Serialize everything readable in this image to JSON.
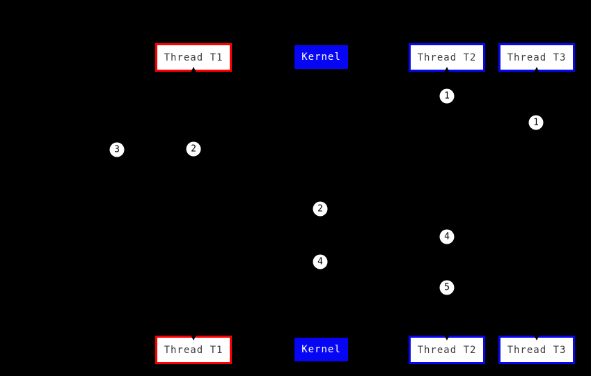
{
  "diagram": {
    "type": "sequence-diagram",
    "entities": {
      "top": [
        {
          "id": "thread-t1",
          "label": "Thread T1"
        },
        {
          "id": "kernel",
          "label": "Kernel"
        },
        {
          "id": "thread-t2",
          "label": "Thread T2"
        },
        {
          "id": "thread-t3",
          "label": "Thread T3"
        }
      ],
      "bottom": [
        {
          "id": "thread-t1",
          "label": "Thread T1"
        },
        {
          "id": "kernel",
          "label": "Kernel"
        },
        {
          "id": "thread-t2",
          "label": "Thread T2"
        },
        {
          "id": "thread-t3",
          "label": "Thread T3"
        }
      ]
    },
    "event_markers": [
      {
        "label": "1"
      },
      {
        "label": "1"
      },
      {
        "label": "2"
      },
      {
        "label": "3"
      },
      {
        "label": "2"
      },
      {
        "label": "4"
      },
      {
        "label": "4"
      },
      {
        "label": "5"
      }
    ],
    "colors": {
      "background": "#000000",
      "thread_t1_border": "#ff0000",
      "thread_border": "#0606f5",
      "kernel_fill": "#0606f5",
      "box_fill": "#ffffff",
      "box_text": "#3c3c3c",
      "kernel_text": "#ffffff",
      "marker_fill": "#ffffff",
      "marker_text": "#000000"
    }
  }
}
